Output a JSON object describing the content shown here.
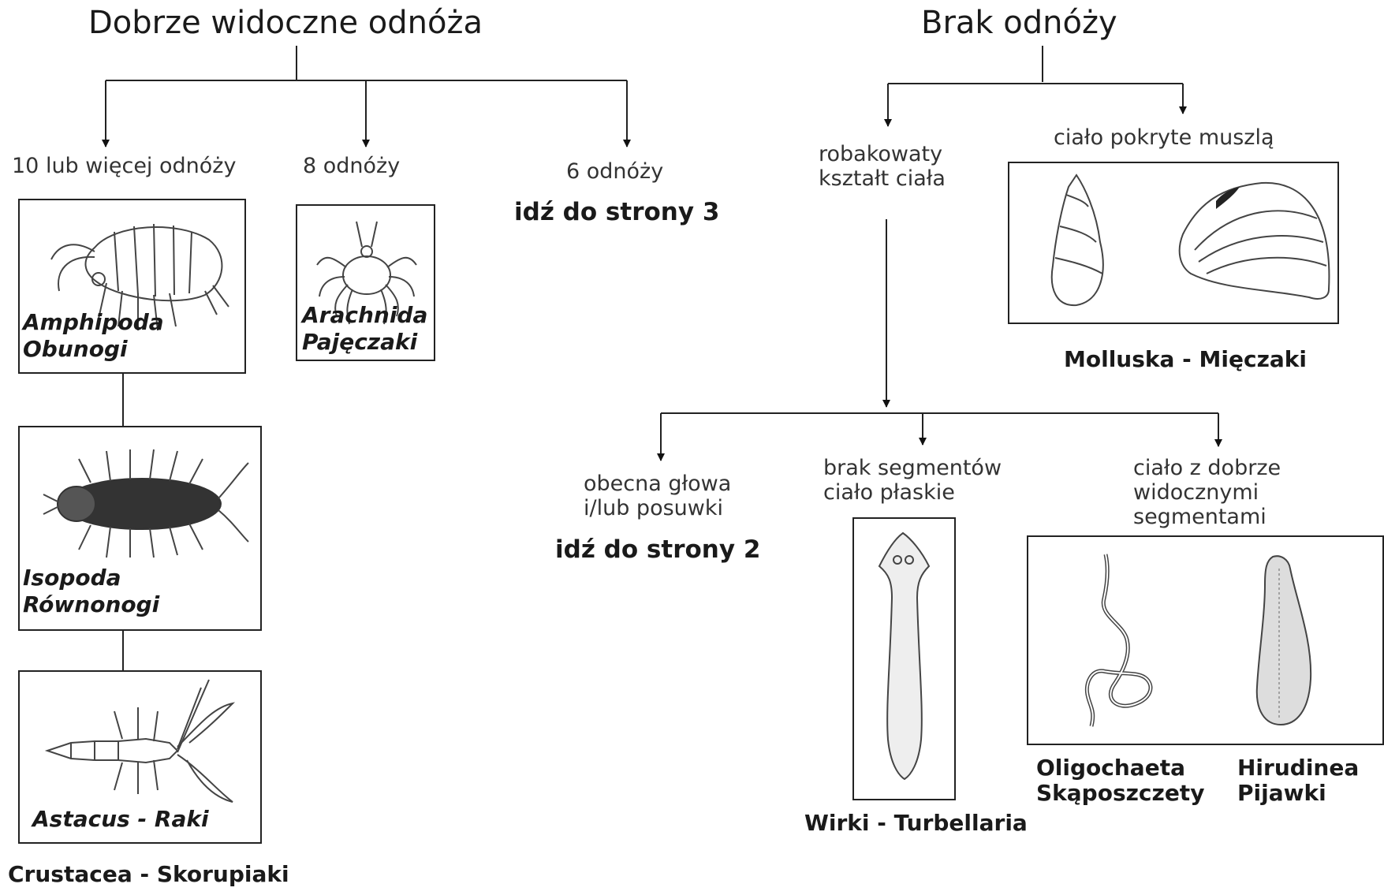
{
  "left": {
    "title": "Dobrze widoczne odnóża",
    "branches": {
      "ten": "10 lub więcej odnóży",
      "eight": "8 odnóży",
      "six": "6 odnóży",
      "six_goto": "idź do strony 3"
    },
    "amphipoda": {
      "line1": "Amphipoda",
      "line2": "Obunogi"
    },
    "arachnida": {
      "line1": "Arachnida",
      "line2": "Pajęczaki"
    },
    "isopoda": {
      "line1": "Isopoda",
      "line2": "Równonogi"
    },
    "astacus": {
      "line1": "Astacus - Raki"
    },
    "group_label": "Crustacea - Skorupiaki"
  },
  "right": {
    "title": "Brak odnóży",
    "worm": {
      "line1": "robakowaty",
      "line2": "kształt ciała"
    },
    "shell": "ciało pokryte muszlą",
    "mollusca": "Molluska - Mięczaki",
    "head": {
      "line1": "obecna głowa",
      "line2": "i/lub posuwki",
      "goto": "idź do strony 2"
    },
    "flat": {
      "line1": "brak segmentów",
      "line2": "ciało płaskie"
    },
    "seg": {
      "line1": "ciało z dobrze",
      "line2": "widocznymi",
      "line3": "segmentami"
    },
    "turbellaria": "Wirki - Turbellaria",
    "oligochaeta": {
      "line1": "Oligochaeta",
      "line2": "Skąposzczety"
    },
    "hirudinea": {
      "line1": "Hirudinea",
      "line2": "Pijawki"
    }
  }
}
